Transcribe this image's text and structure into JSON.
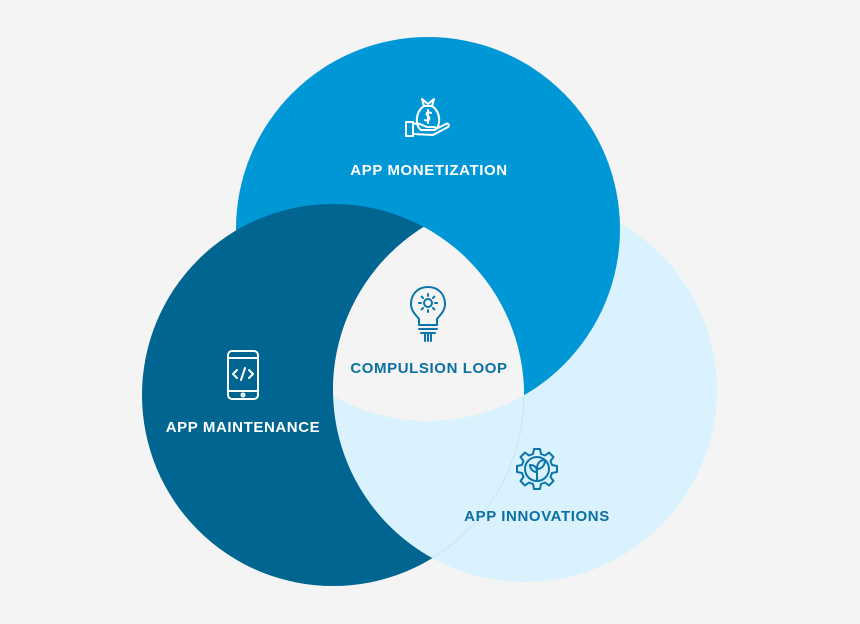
{
  "diagram": {
    "type": "venn",
    "sets": [
      {
        "id": "monetization",
        "label": "APP MONETIZATION",
        "icon": "money-bag-hand-icon",
        "color": "#0097d7"
      },
      {
        "id": "maintenance",
        "label": "APP MAINTENANCE",
        "icon": "mobile-code-icon",
        "color": "#006591"
      },
      {
        "id": "innovations",
        "label": "APP INNOVATIONS",
        "icon": "gear-plant-icon",
        "color": "#daf2fd"
      }
    ],
    "center": {
      "label": "COMPULSION LOOP",
      "icon": "lightbulb-gear-icon",
      "color": "#f4f4f4"
    },
    "colors": {
      "background": "#f4f4f4",
      "label_light": "#ffffff",
      "label_dark": "#0a6fa3",
      "icon_dark": "#0a75aa"
    }
  }
}
